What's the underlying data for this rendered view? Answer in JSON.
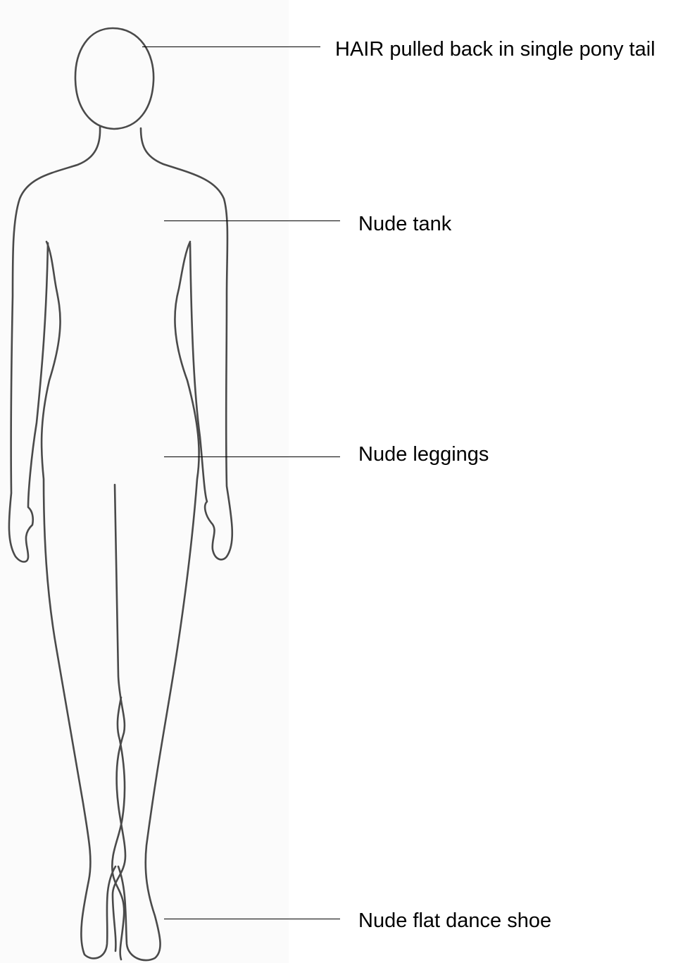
{
  "labels": {
    "hair": "HAIR pulled back in single pony tail",
    "tank": "Nude tank",
    "leggings": "Nude leggings",
    "shoe": "Nude flat dance shoe"
  },
  "colors": {
    "outline": "#4a4a4a",
    "text": "#000000",
    "paper": "#fbfbfb"
  }
}
